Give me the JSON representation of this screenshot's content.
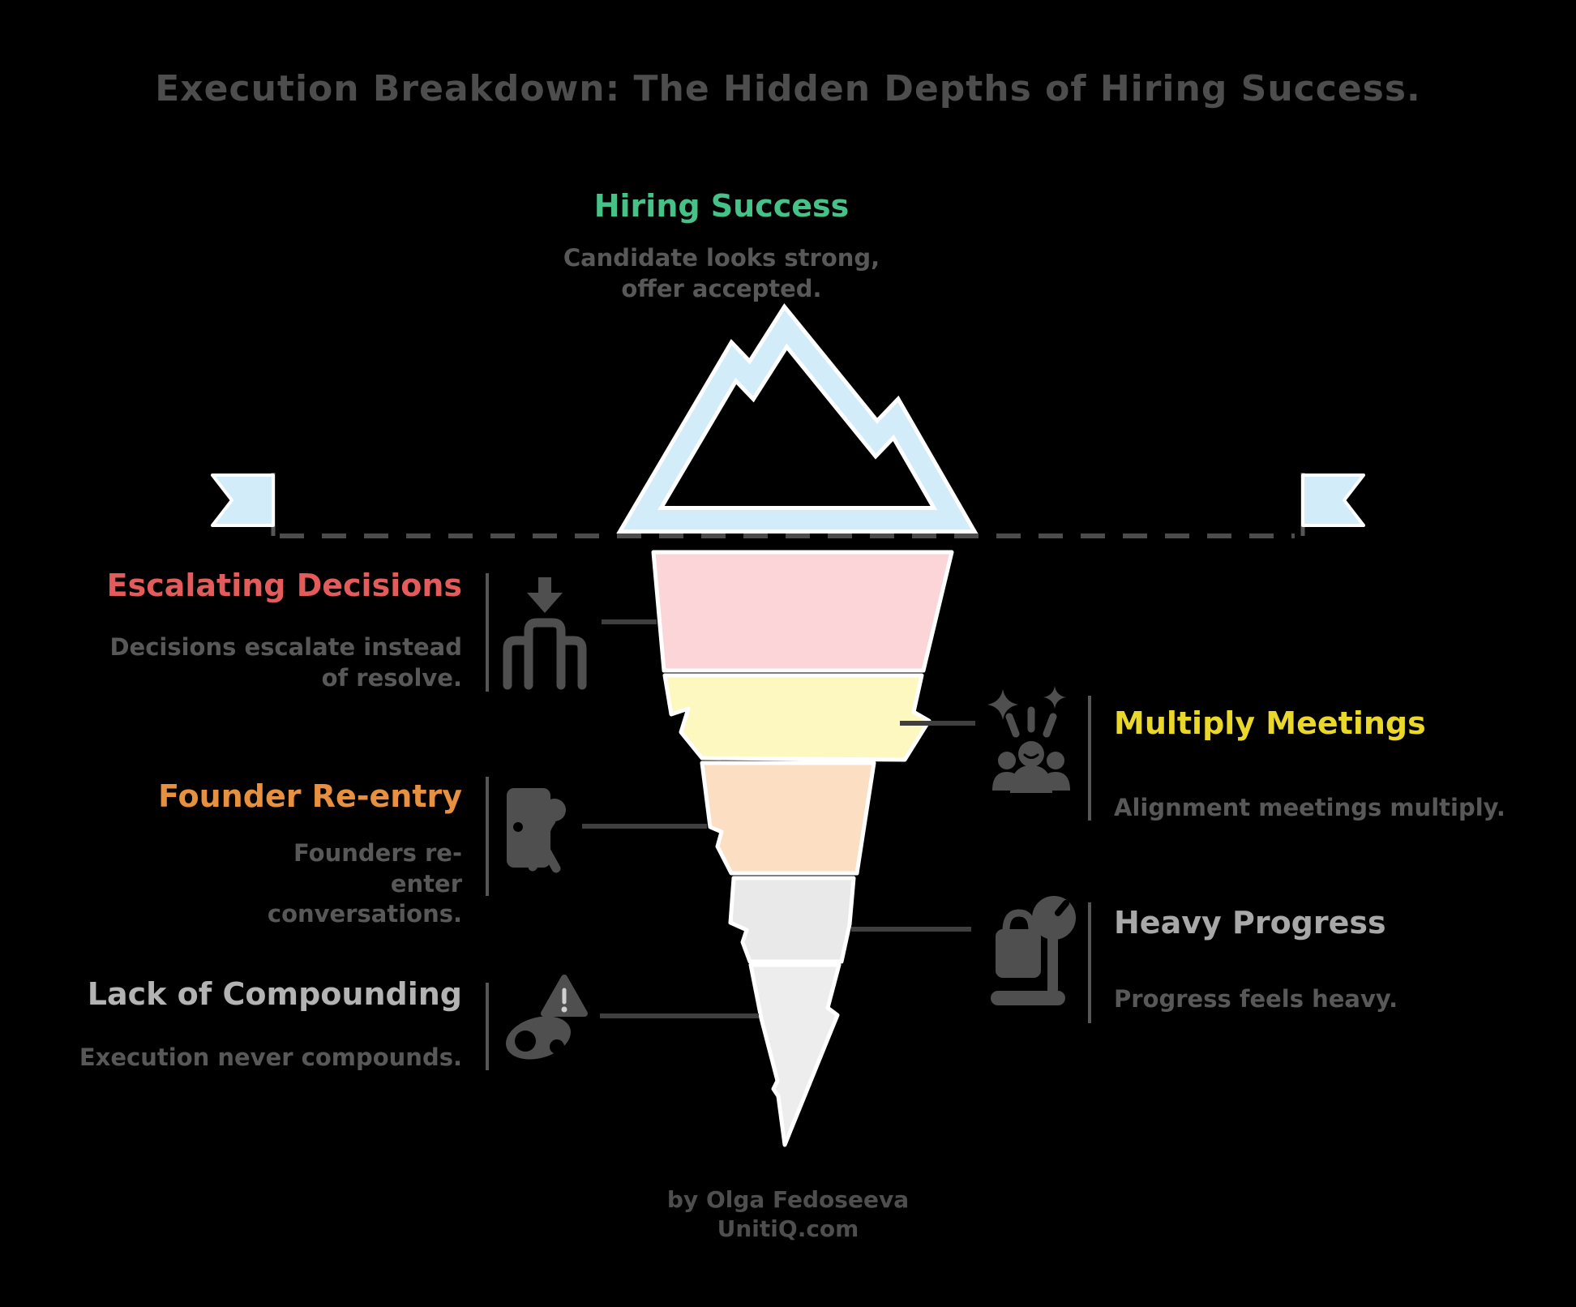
{
  "title": "Execution Breakdown: The Hidden Depths of Hiring Success.",
  "surface": {
    "label": "Hiring Success",
    "description": "Candidate looks strong, offer accepted.",
    "label_color": "#46c289"
  },
  "sections": [
    {
      "label": "Escalating Decisions",
      "description": "Decisions escalate instead of resolve.",
      "side": "left",
      "label_color": "#e35b5b",
      "fill": "#fbd5d8",
      "icon": "org-escalation-icon"
    },
    {
      "label": "Multiply Meetings",
      "description": "Alignment meetings multiply.",
      "side": "right",
      "label_color": "#e9d829",
      "fill": "#fdf7c0",
      "icon": "sparkle-people-icon"
    },
    {
      "label": "Founder Re-entry",
      "description": "Founders re-enter conversations.",
      "side": "left",
      "label_color": "#e79140",
      "fill": "#fcdec3",
      "icon": "door-entry-icon"
    },
    {
      "label": "Heavy Progress",
      "description": "Progress feels heavy.",
      "side": "right",
      "label_color": "#a8a8a8",
      "fill": "#e9e9e9",
      "icon": "heavy-scale-icon"
    },
    {
      "label": "Lack of Compounding",
      "description": "Execution never compounds.",
      "side": "left",
      "label_color": "#b3b3b3",
      "fill": "#ededed",
      "icon": "broken-link-warning-icon"
    }
  ],
  "footer": {
    "byline": "by Olga Fedoseeva",
    "site": "UnitiQ.com"
  },
  "palette": {
    "background": "#000000",
    "iceberg_above_water": "#d2ecfa",
    "waterline_color": "#4c4c4c",
    "muted_text": "#585858",
    "icon_color": "#4f4f4f"
  }
}
